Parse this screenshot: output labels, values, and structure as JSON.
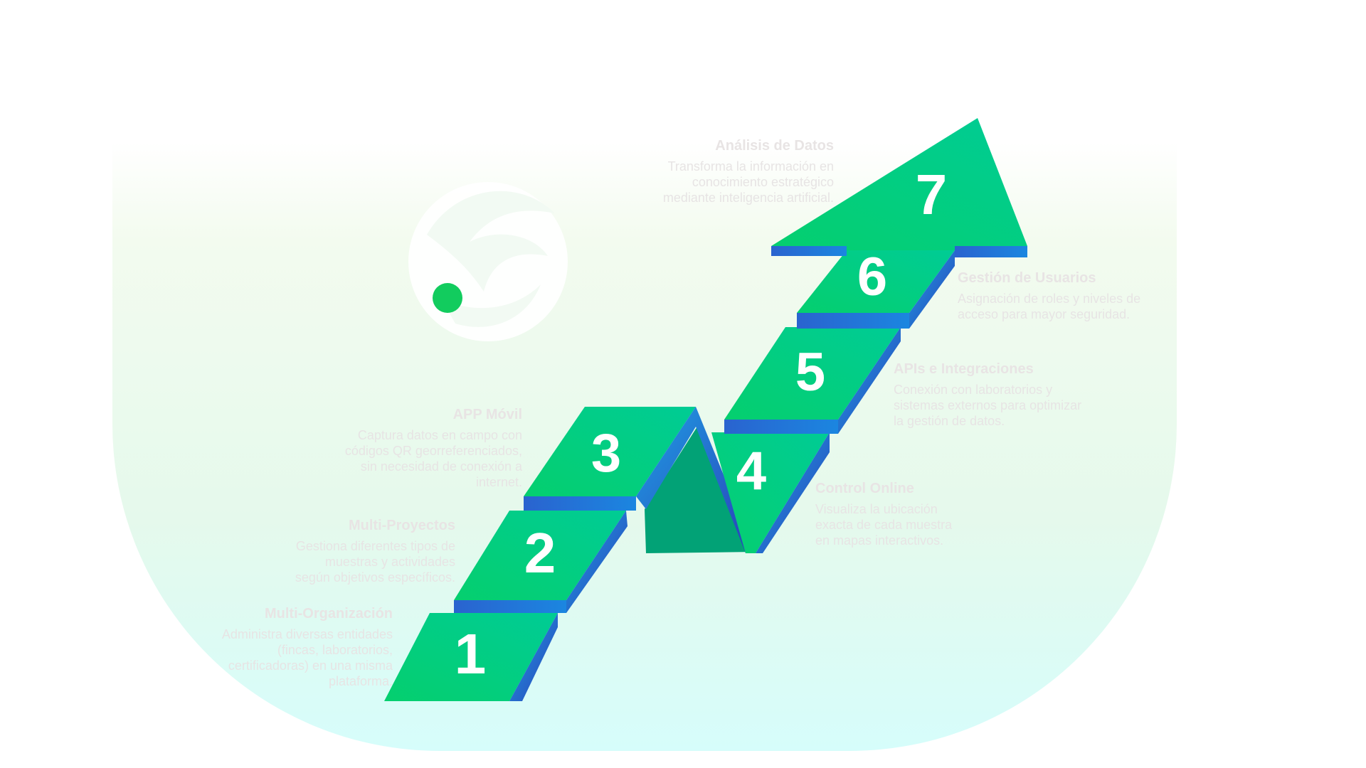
{
  "colors": {
    "step_top": "#00cc8a",
    "step_side": "#1d5fc7",
    "step_front": "#1a73d6",
    "accent_dot": "#12cc5e"
  },
  "logo": {
    "icon": "eagle-logo-icon"
  },
  "steps": [
    {
      "number": "1",
      "title": "Multi-Organización",
      "description": "Administra diversas entidades\n(fincas, laboratorios,\ncertificadoras) en una misma\nplataforma."
    },
    {
      "number": "2",
      "title": "Multi-Proyectos",
      "description": "Gestiona diferentes tipos de\nmuestras y actividades\nsegún objetivos específicos."
    },
    {
      "number": "3",
      "title": "APP Móvil",
      "description": "Captura datos en campo con\ncódigos QR georreferenciados,\nsin necesidad de conexión a\ninternet."
    },
    {
      "number": "4",
      "title": "Control Online",
      "description": "Visualiza la ubicación\nexacta de cada muestra\nen mapas interactivos."
    },
    {
      "number": "5",
      "title": "APIs e Integraciones",
      "description": "Conexión con laboratorios y\nsistemas externos para optimizar\nla gestión de datos."
    },
    {
      "number": "6",
      "title": "Gestión de Usuarios",
      "description": "Asignación de roles y niveles de\nacceso para mayor seguridad."
    },
    {
      "number": "7",
      "title": "Análisis de Datos",
      "description": "Transforma la información en\nconocimiento estratégico\nmediante inteligencia artificial."
    }
  ]
}
